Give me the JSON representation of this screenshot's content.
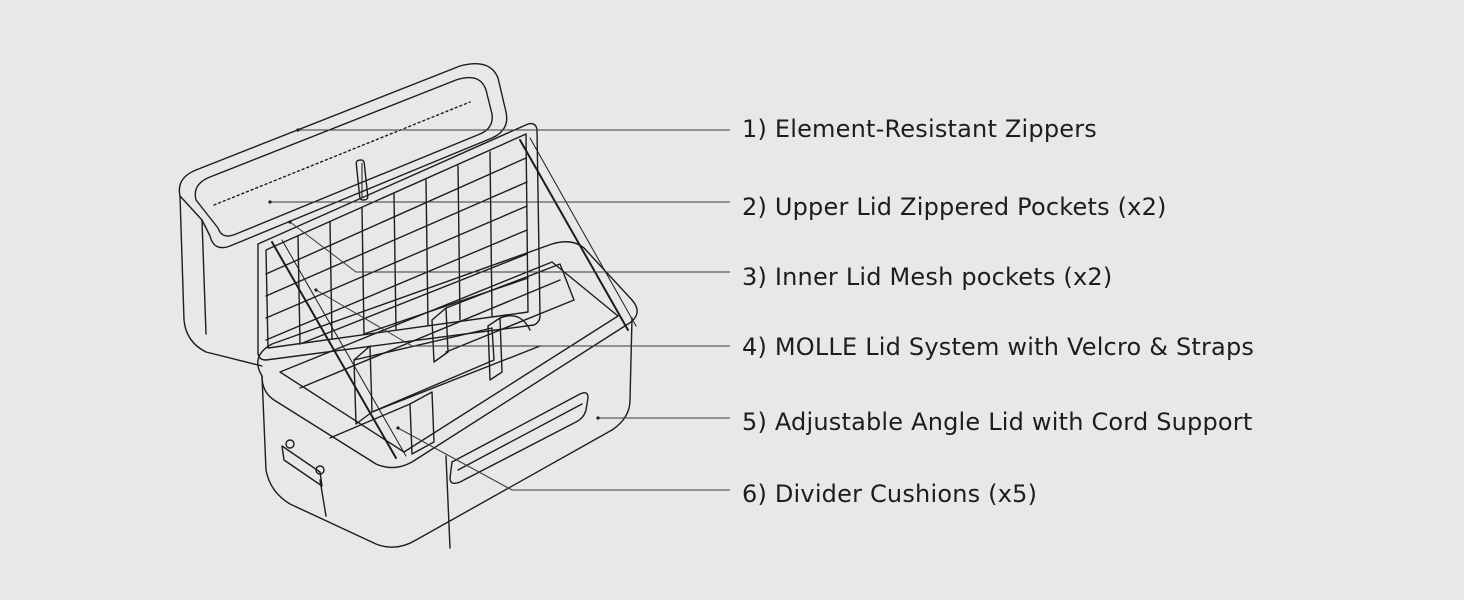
{
  "callouts": [
    {
      "id": 1,
      "text": "1) Element-Resistant Zippers"
    },
    {
      "id": 2,
      "text": "2) Upper Lid Zippered Pockets (x2)"
    },
    {
      "id": 3,
      "text": "3) Inner Lid Mesh pockets (x2)"
    },
    {
      "id": 4,
      "text": "4) MOLLE Lid System with Velcro & Straps"
    },
    {
      "id": 5,
      "text": "5) Adjustable Angle Lid with Cord Support"
    },
    {
      "id": 6,
      "text": "6) Divider Cushions (x5)"
    }
  ],
  "colors": {
    "background": "#e8e8ea",
    "line": "#1d1d1f",
    "leader": "#3a3a3c",
    "text": "#1d1d1f"
  }
}
